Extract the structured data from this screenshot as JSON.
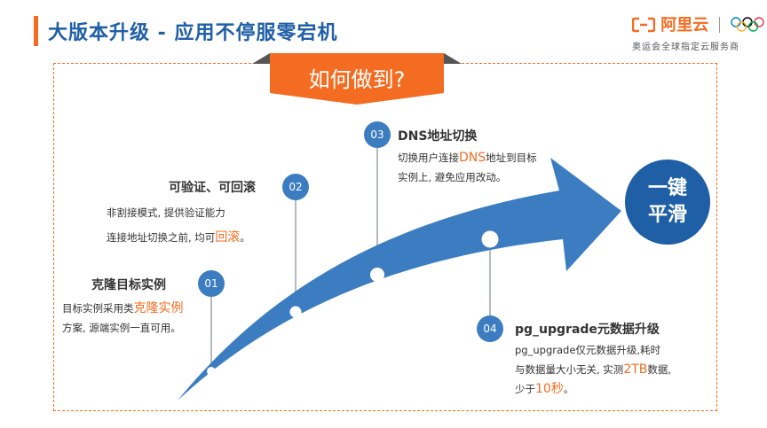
{
  "header": {
    "title": "大版本升级 - 应用不停服零宕机"
  },
  "logo": {
    "brand": "阿里云",
    "subtitle": "奥运会全球指定云服务商"
  },
  "banner": {
    "text": "如何做到?"
  },
  "steps": [
    {
      "num": "01",
      "title": "克隆目标实例",
      "line1_a": "目标实例采用类",
      "line1_hl": "克隆实例",
      "line2": "方案, 源端实例一直可用。"
    },
    {
      "num": "02",
      "title": "可验证、可回滚",
      "line1": "非割接模式, 提供验证能力",
      "line2_a": "连接地址切换之前, 均可",
      "line2_hl": "回滚",
      "line2_b": "。"
    },
    {
      "num": "03",
      "title": "DNS地址切换",
      "line1_a": "切换用户连接",
      "line1_hl": "DNS",
      "line1_b": "地址到目标",
      "line2": "实例上, 避免应用改动。"
    },
    {
      "num": "04",
      "title": "pg_upgrade元数据升级",
      "line1": "pg_upgrade仅元数据升级,耗时",
      "line2_a": "与数据量大小无关, 实测",
      "line2_hl": "2TB",
      "line2_b": "数据,",
      "line3_a": "少于",
      "line3_hl": "10秒",
      "line3_b": "。"
    }
  ],
  "end_circle": {
    "line1": "一键",
    "line2": "平滑"
  },
  "colors": {
    "accent": "#f36c21",
    "brand_blue": "#1f5fa6",
    "arrow_blue": "#3c7dc1"
  }
}
